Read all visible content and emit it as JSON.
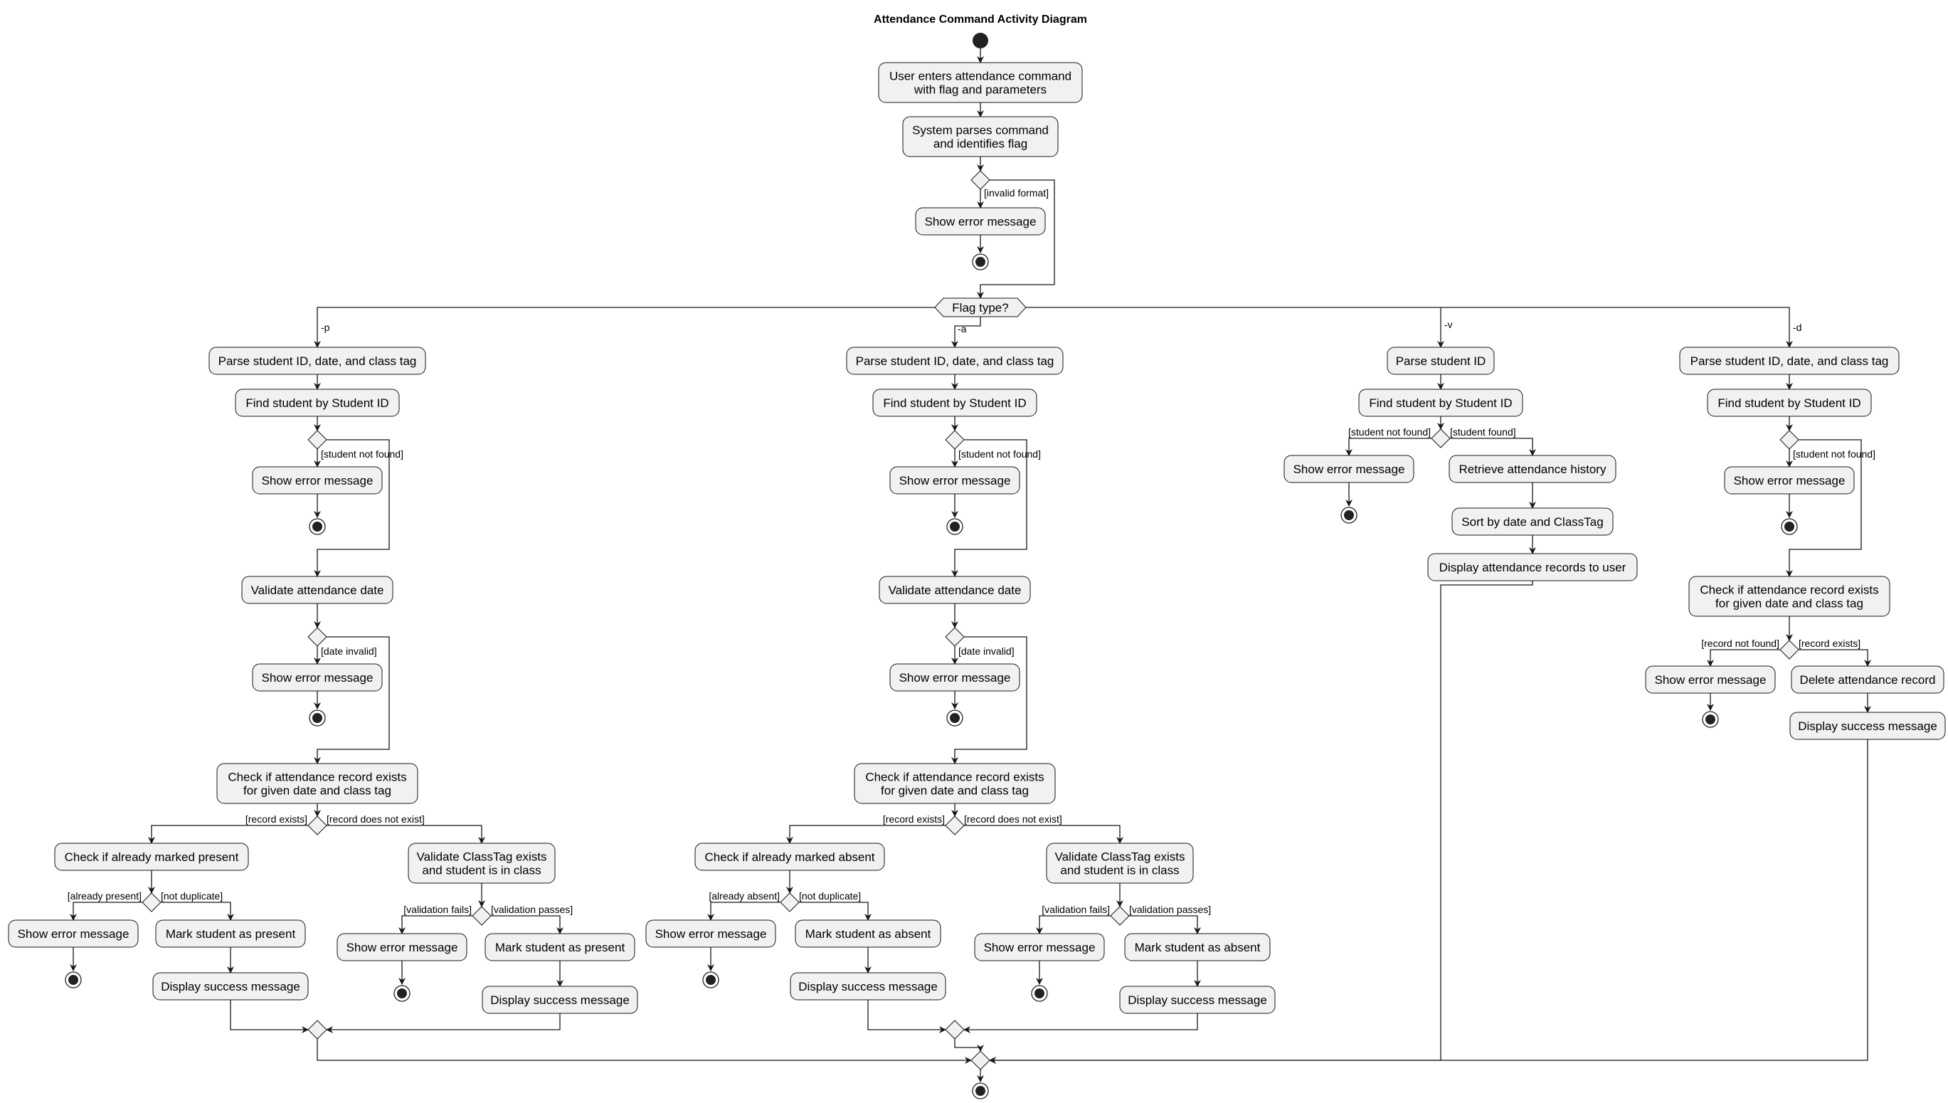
{
  "title": "Attendance Command Activity Diagram",
  "nodes": {
    "user_enters": "User enters attendance command\nwith flag and parameters",
    "system_parses": "System parses command\nand identifies flag",
    "err_format": "Show error message",
    "flag_type": "Flag type?",
    "p_parse": "Parse student ID, date, and class tag",
    "p_find": "Find student by Student ID",
    "p_err_student": "Show error message",
    "p_validate_date": "Validate attendance date",
    "p_err_date": "Show error message",
    "p_check_record": "Check if attendance record exists\nfor given date and class tag",
    "p_check_marked": "Check if already marked present",
    "p_err_dup": "Show error message",
    "p_mark": "Mark student as present",
    "p_success1": "Display success message",
    "p_validate_class": "Validate ClassTag exists\nand student is in class",
    "p_err_class": "Show error message",
    "p_mark2": "Mark student as present",
    "p_success2": "Display success message",
    "a_parse": "Parse student ID, date, and class tag",
    "a_find": "Find student by Student ID",
    "a_err_student": "Show error message",
    "a_validate_date": "Validate attendance date",
    "a_err_date": "Show error message",
    "a_check_record": "Check if attendance record exists\nfor given date and class tag",
    "a_check_marked": "Check if already marked absent",
    "a_err_dup": "Show error message",
    "a_mark": "Mark student as absent",
    "a_success1": "Display success message",
    "a_validate_class": "Validate ClassTag exists\nand student is in class",
    "a_err_class": "Show error message",
    "a_mark2": "Mark student as absent",
    "a_success2": "Display success message",
    "v_parse": "Parse student ID",
    "v_find": "Find student by Student ID",
    "v_err": "Show error message",
    "v_retrieve": "Retrieve attendance history",
    "v_sort": "Sort by date and ClassTag",
    "v_display": "Display attendance records to user",
    "d_parse": "Parse student ID, date, and class tag",
    "d_find": "Find student by Student ID",
    "d_err_student": "Show error message",
    "d_check_record": "Check if attendance record exists\nfor given date and class tag",
    "d_err_record": "Show error message",
    "d_delete": "Delete attendance record",
    "d_success": "Display success message"
  },
  "guards": {
    "invalid_format": "[invalid format]",
    "flag_p": "-p",
    "flag_a": "-a",
    "flag_v": "-v",
    "flag_d": "-d",
    "p_student_not_found": "[student not found]",
    "p_date_invalid": "[date invalid]",
    "p_record_exists": "[record exists]",
    "p_record_not_exist": "[record does not exist]",
    "p_already_present": "[already present]",
    "p_not_duplicate": "[not duplicate]",
    "p_validation_fails": "[validation fails]",
    "p_validation_passes": "[validation passes]",
    "a_student_not_found": "[student not found]",
    "a_date_invalid": "[date invalid]",
    "a_record_exists": "[record exists]",
    "a_record_not_exist": "[record does not exist]",
    "a_already_absent": "[already absent]",
    "a_not_duplicate": "[not duplicate]",
    "a_validation_fails": "[validation fails]",
    "a_validation_passes": "[validation passes]",
    "v_student_not_found": "[student not found]",
    "v_student_found": "[student found]",
    "d_student_not_found": "[student not found]",
    "d_record_not_found": "[record not found]",
    "d_record_exists": "[record exists]"
  }
}
